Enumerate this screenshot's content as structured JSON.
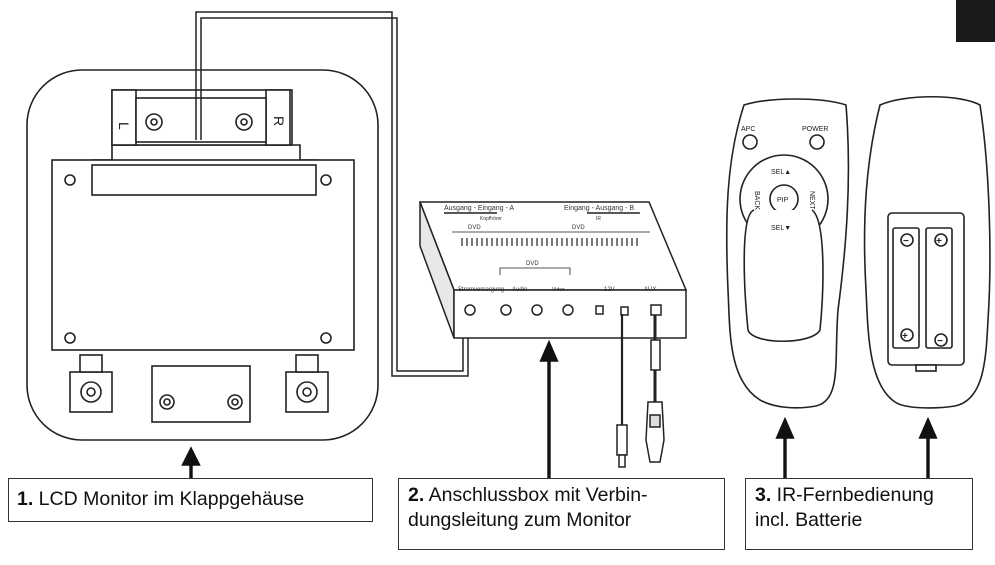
{
  "monitor": {
    "left_label": "L",
    "right_label": "R"
  },
  "box": {
    "top_left_label": "Ausgang - Eingang - A",
    "top_left_sub": "DVD",
    "top_left_sub2": "Kopfhörer",
    "top_right_label": "Eingang - Ausgang - B",
    "top_right_sub": "DVD",
    "top_right_sub2": "IR",
    "middle_label": "DVD",
    "port_labels": [
      "Stromversorgung",
      "Audio",
      "Video",
      "12V",
      "AUX"
    ]
  },
  "remote": {
    "btn_left_top": "APC",
    "btn_right_top": "POWER",
    "dpad_up": "SEL▲",
    "dpad_down": "SEL▼",
    "dpad_left": "BACK",
    "dpad_right": "NEXT",
    "dpad_center": "PIP"
  },
  "captions": {
    "c1_num": "1.",
    "c1_text": " LCD Monitor im Klappgehäuse",
    "c2_num": "2.",
    "c2_line1": " Anschlussbox mit Verbin-",
    "c2_line2": "dungsleitung zum Monitor",
    "c3_num": "3.",
    "c3_line1": " IR-Fernbedienung",
    "c3_line2": "incl. Batterie"
  }
}
